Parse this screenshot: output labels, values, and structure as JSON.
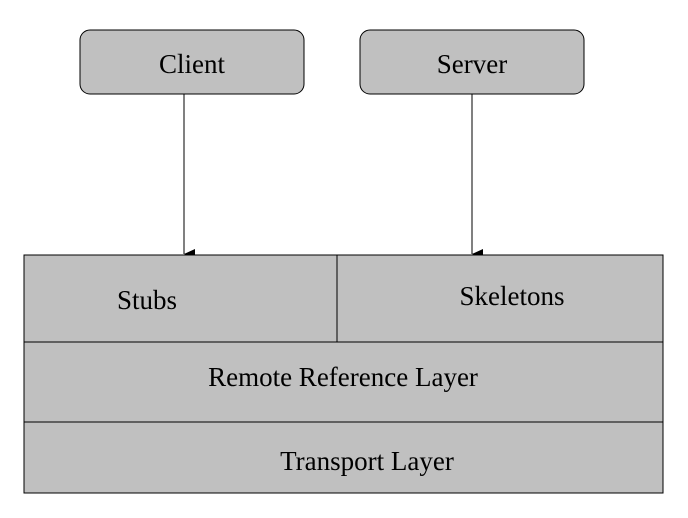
{
  "diagram": {
    "nodes": {
      "client": "Client",
      "server": "Server",
      "stubs": "Stubs",
      "skeletons": "Skeletons",
      "remote_reference_layer": "Remote Reference Layer",
      "transport_layer": "Transport Layer"
    },
    "edges": [
      {
        "from": "Client",
        "to": "Stubs"
      },
      {
        "from": "Server",
        "to": "Skeletons"
      }
    ]
  },
  "colors": {
    "fill": "#c0c0c0",
    "stroke": "#000000",
    "background": "#ffffff"
  }
}
